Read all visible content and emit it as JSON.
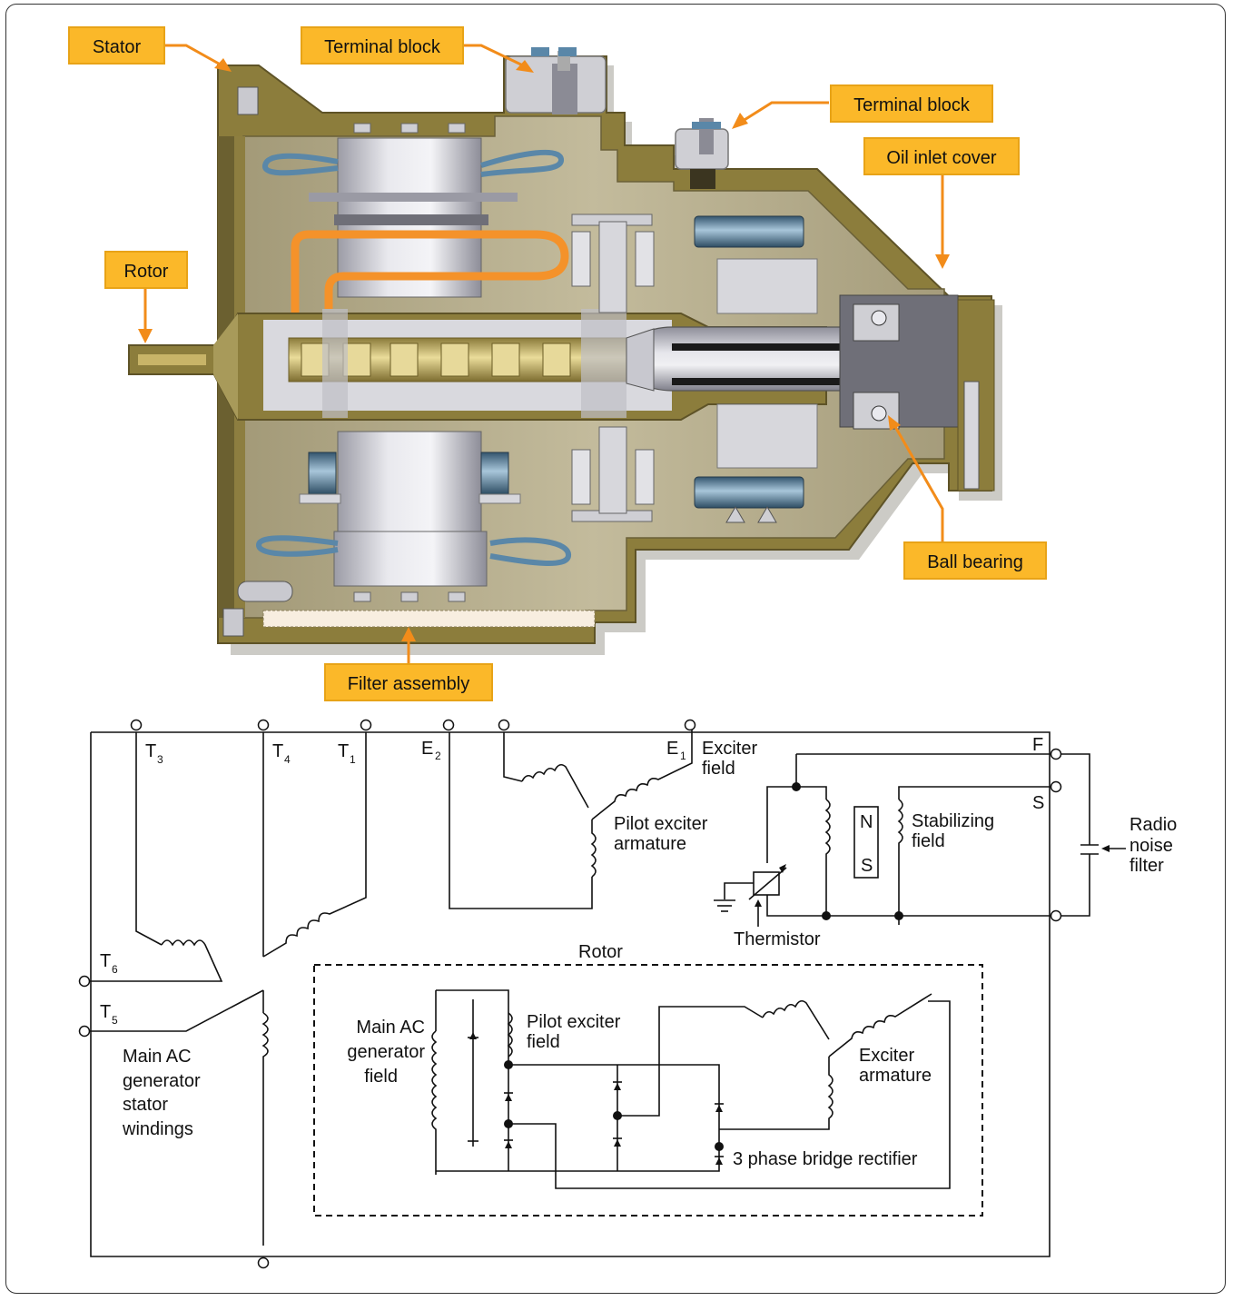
{
  "callouts": {
    "stator": "Stator",
    "terminal_block_1": "Terminal block",
    "terminal_block_2": "Terminal block",
    "oil_inlet_cover": "Oil inlet cover",
    "rotor": "Rotor",
    "ball_bearing": "Ball bearing",
    "filter_assembly": "Filter assembly"
  },
  "schematic": {
    "terminals": {
      "t3": "T",
      "t3_sub": "3",
      "t4": "T",
      "t4_sub": "4",
      "t1": "T",
      "t1_sub": "1",
      "e2": "E",
      "e2_sub": "2",
      "e1": "E",
      "e1_sub": "1",
      "t6": "T",
      "t6_sub": "6",
      "t5": "T",
      "t5_sub": "5",
      "f": "F",
      "s": "S"
    },
    "labels": {
      "exciter_field_1": "Exciter",
      "exciter_field_2": "field",
      "pilot_exciter_armature_1": "Pilot exciter",
      "pilot_exciter_armature_2": "armature",
      "stabilizing_field_1": "Stabilizing",
      "stabilizing_field_2": "field",
      "magnet_n": "N",
      "magnet_s": "S",
      "radio_noise_filter_1": "Radio",
      "radio_noise_filter_2": "noise",
      "radio_noise_filter_3": "filter",
      "thermistor": "Thermistor",
      "rotor": "Rotor",
      "main_ac_field_1": "Main AC",
      "main_ac_field_2": "generator",
      "main_ac_field_3": "field",
      "pilot_exciter_field_1": "Pilot exciter",
      "pilot_exciter_field_2": "field",
      "exciter_armature_1": "Exciter",
      "exciter_armature_2": "armature",
      "bridge_rectifier": "3 phase bridge rectifier",
      "stator_windings_1": "Main AC",
      "stator_windings_2": "generator",
      "stator_windings_3": "stator",
      "stator_windings_4": "windings"
    }
  },
  "colors": {
    "callout_fill": "#fbb829",
    "housing": "#8c7d3c",
    "housing_dark": "#5e5327",
    "interior": "#b7ad8b",
    "steel": "#c9c9cf",
    "coil_blue": "#5a87a8",
    "oil_tube": "#f4922a",
    "brass": "#c8b468"
  }
}
